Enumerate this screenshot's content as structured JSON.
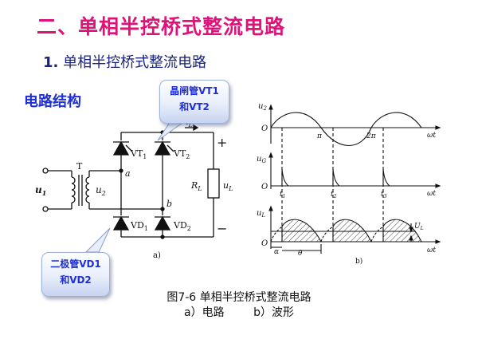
{
  "title": "二、单相半控桥式整流电路",
  "subtitle": {
    "number": "1.",
    "text": "单相半控桥式整流电路"
  },
  "section_label": "电路结构",
  "callouts": {
    "top": {
      "line1": "晶闸管VT1",
      "line2": "和VT2"
    },
    "bottom": {
      "line1": "二极管VD1",
      "line2": "和VD2"
    }
  },
  "circuit": {
    "transformer": "T",
    "u1": "u",
    "u1_sub": "1",
    "u2": "u",
    "u2_sub": "2",
    "node_a": "a",
    "node_b": "b",
    "iL": "i",
    "iL_sub": "L",
    "vt1": "VT",
    "vt1_sub": "1",
    "vt2": "VT",
    "vt2_sub": "2",
    "vd1": "VD",
    "vd1_sub": "1",
    "vd2": "VD",
    "vd2_sub": "2",
    "rl": "R",
    "rl_sub": "L",
    "ul": "u",
    "ul_sub": "L",
    "plus": "+",
    "minus": "−",
    "panel_label": "a)"
  },
  "waveforms": {
    "u2_label": "u",
    "u2_sub": "2",
    "ug_label": "u",
    "ug_sub": "G",
    "ul_label": "u",
    "ul_sub": "L",
    "UL_label": "U",
    "UL_sub": "L",
    "origin": "O",
    "pi": "π",
    "two_pi": "2π",
    "omega_t": "ωt",
    "t1": "t",
    "t1_sub": "1",
    "t2": "t",
    "t2_sub": "2",
    "t3": "t",
    "t3_sub": "3",
    "alpha": "α",
    "theta": "θ",
    "panel_label": "b)"
  },
  "caption": "图7-6  单相半控桥式整流电路",
  "caption_sub": {
    "a": "a）电路",
    "b": "b）波形"
  }
}
